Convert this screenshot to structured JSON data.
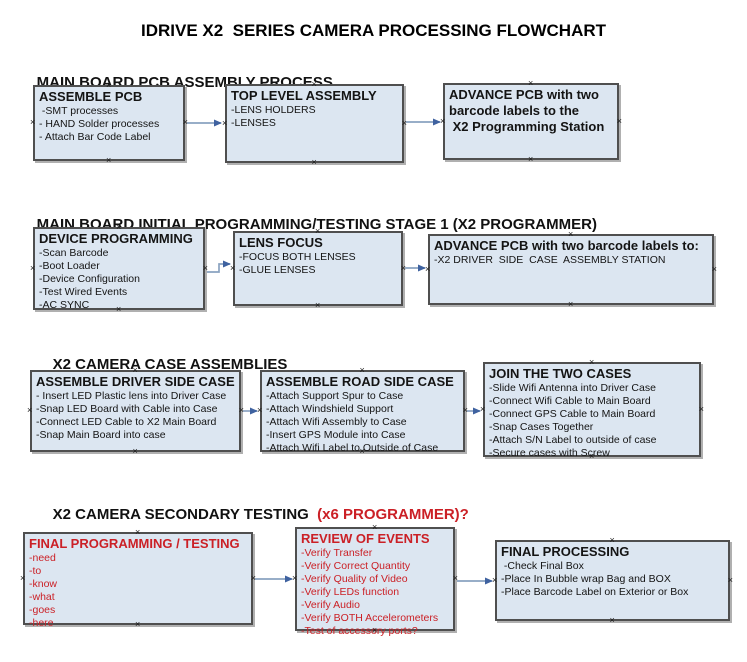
{
  "title": "IDRIVE X2  SERIES CAMERA PROCESSING FLOWCHART",
  "colors": {
    "background": "#ffffff",
    "box_fill": "#dce6f1",
    "box_border": "#4f4f4f",
    "box_shadow": "#b0b0b0",
    "text": "#141414",
    "red": "#cb2026",
    "arrow_line": "#8aa3c0",
    "arrow_head": "#3f62a0"
  },
  "icons": {
    "connection_handle": "multiply-x-handle",
    "connector": "right-arrow"
  },
  "sections": [
    {
      "heading": "MAIN BOARD PCB ASSEMBLY PROCESS",
      "boxes": [
        {
          "title": "ASSEMBLE PCB",
          "items": [
            " -SMT processes",
            "- HAND Solder processes",
            "- Attach Bar Code Label"
          ]
        },
        {
          "title": "TOP LEVEL ASSEMBLY",
          "items": [
            "-LENS HOLDERS",
            "-LENSES"
          ]
        },
        {
          "title": "ADVANCE PCB with two\nbarcode labels to the\n X2 Programming Station",
          "items": []
        }
      ]
    },
    {
      "heading": "MAIN BOARD INITIAL PROGRAMMING/TESTING STAGE 1 (X2 PROGRAMMER)",
      "boxes": [
        {
          "title": "DEVICE PROGRAMMING",
          "items": [
            "-Scan Barcode",
            "-Boot Loader",
            "-Device Configuration",
            "-Test Wired Events",
            "-AC SYNC"
          ]
        },
        {
          "title": "LENS FOCUS",
          "items": [
            "-FOCUS BOTH LENSES",
            "-GLUE LENSES"
          ]
        },
        {
          "title": "ADVANCE PCB with two barcode labels to:",
          "items": [
            "-X2 DRIVER  SIDE  CASE  ASSEMBLY STATION"
          ]
        }
      ]
    },
    {
      "heading": "X2 CAMERA CASE ASSEMBLIES",
      "boxes": [
        {
          "title": "ASSEMBLE DRIVER SIDE CASE",
          "items": [
            "- Insert LED Plastic lens into Driver Case",
            "-Snap LED Board with Cable into Case",
            "-Connect LED Cable to X2 Main Board",
            "-Snap Main Board into case"
          ]
        },
        {
          "title": "ASSEMBLE ROAD SIDE CASE",
          "items": [
            "-Attach Support Spur to Case",
            "-Attach Windshield Support",
            "-Attach Wifi Assembly to Case",
            "-Insert GPS Module into Case",
            "-Attach Wifi Label to Outside of Case"
          ]
        },
        {
          "title": "JOIN THE TWO CASES",
          "items": [
            "-Slide Wifi Antenna into Driver Case",
            "-Connect Wifi Cable to Main Board",
            "-Connect GPS Cable to Main Board",
            "-Snap Cases Together",
            "-Attach S/N Label to outside of case",
            "-Secure cases with Screw"
          ]
        }
      ]
    },
    {
      "heading": "X2 CAMERA SECONDARY TESTING  ",
      "heading_red": "(x6 PROGRAMMER)?",
      "boxes": [
        {
          "title": "FINAL PROGRAMMING / TESTING",
          "style": "red",
          "items": [
            "-need",
            "-to",
            "-know",
            "-what",
            "-goes",
            "-here"
          ]
        },
        {
          "title": "REVIEW OF EVENTS",
          "style": "red",
          "items": [
            "-Verify Transfer",
            "-Verify Correct Quantity",
            "-Verify Quality of Video",
            "-Verify LEDs function",
            "-Verify Audio",
            "-Verify BOTH Accelerometers",
            "-Test of accessory ports?"
          ]
        },
        {
          "title": "FINAL PROCESSING",
          "items": [
            " -Check Final Box",
            "-Place In Bubble wrap Bag and BOX",
            "-Place Barcode Label on Exterior or Box"
          ]
        }
      ]
    }
  ]
}
